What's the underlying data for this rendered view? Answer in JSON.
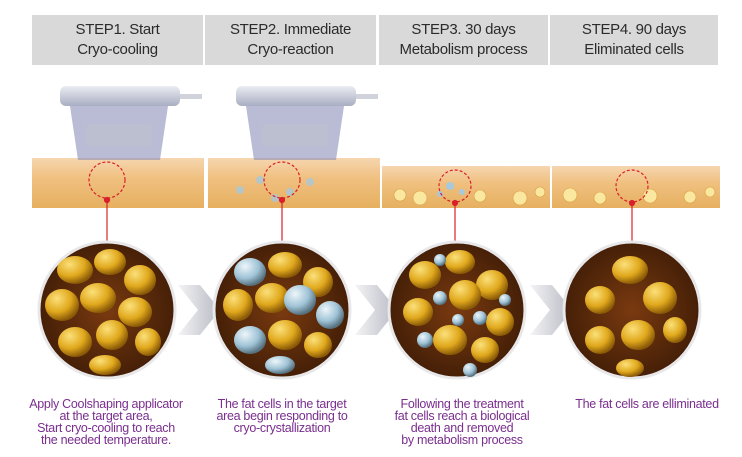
{
  "steps": [
    {
      "title": "STEP1. Start",
      "subtitle": "Cryo-cooling",
      "caption": [
        "Apply Coolshaping applicator",
        "at the target area,",
        "Start cryo-cooling to reach",
        "the needed temperature."
      ]
    },
    {
      "title": "STEP2. Immediate",
      "subtitle": "Cryo-reaction",
      "caption": [
        "The fat cells in the target",
        "area begin responding to",
        "cryo-crystallization"
      ]
    },
    {
      "title": "STEP3. 30 days",
      "subtitle": "Metabolism process",
      "caption": [
        "Following the treatment",
        "fat cells reach a biological",
        "death and removed",
        "by metabolism process"
      ]
    },
    {
      "title": "STEP4. 90 days",
      "subtitle": "Eliminated cells",
      "caption": [
        "The fat cells are elliminated"
      ]
    }
  ],
  "colors": {
    "header_bg": "#d9d9d9",
    "caption_text": "#7a2e8e",
    "marker": "#d8202c",
    "fat": "#e0a81c",
    "crystal": "#9fc3d6"
  }
}
